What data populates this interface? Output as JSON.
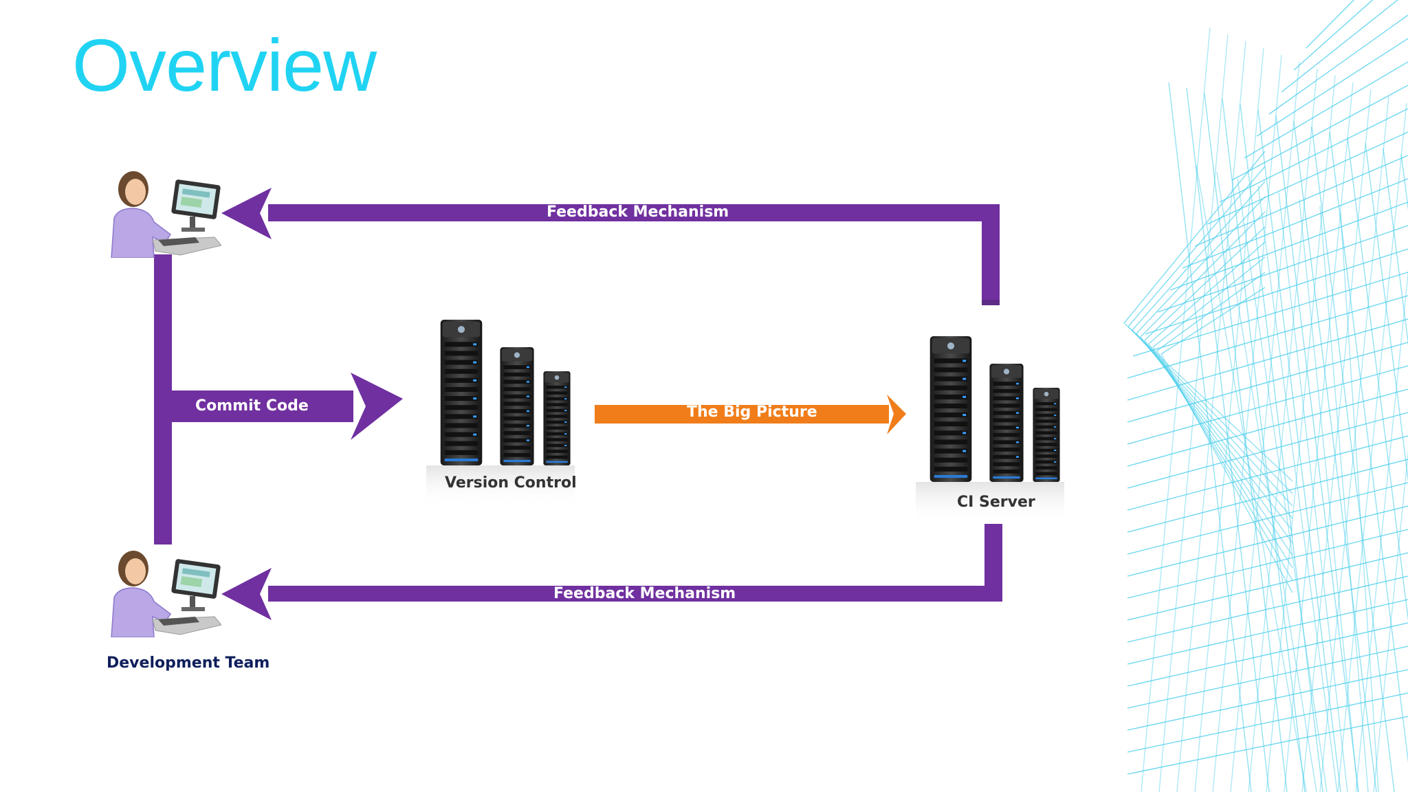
{
  "slide": {
    "title": "Overview",
    "colors": {
      "title": "#20d3f2",
      "flow_arrow": "#7030a0",
      "highlight_arrow": "#f07d1a",
      "wireframe": "#2bc6e8"
    }
  },
  "nodes": {
    "developer_top": {
      "icon": "developer-workstation-icon"
    },
    "developer_bottom": {
      "icon": "developer-workstation-icon"
    },
    "development_team": {
      "label": "Development Team"
    },
    "version_control": {
      "label": "Version Control",
      "icon": "server-rack-icon"
    },
    "ci_server": {
      "label": "CI Server",
      "icon": "server-rack-icon"
    }
  },
  "edges": {
    "commit_code": {
      "label": "Commit Code"
    },
    "big_picture": {
      "label": "The Big Picture"
    },
    "feedback_top": {
      "label": "Feedback Mechanism"
    },
    "feedback_bottom": {
      "label": "Feedback Mechanism"
    }
  }
}
